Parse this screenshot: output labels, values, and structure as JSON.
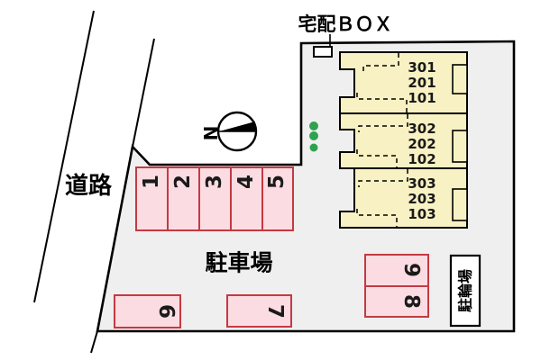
{
  "labels": {
    "road": "道路",
    "delivery_box": "宅配ＢＯＸ",
    "parking_lot": "駐車場",
    "bicycle_parking": "駐輪場",
    "north": "N"
  },
  "building": {
    "units": [
      {
        "rooms": [
          "301",
          "201",
          "101"
        ]
      },
      {
        "rooms": [
          "302",
          "202",
          "102"
        ]
      },
      {
        "rooms": [
          "303",
          "203",
          "103"
        ]
      }
    ]
  },
  "parking": {
    "stalls": [
      "1",
      "2",
      "3",
      "4",
      "5",
      "6",
      "7",
      "8",
      "9"
    ]
  },
  "colors": {
    "site_fill": "#efefef",
    "building_fill": "#f8f1c3",
    "stall_fill": "#fbdce2",
    "stall_border": "#c33a42",
    "shrub_green": "#2ea24d",
    "line": "#000000"
  }
}
